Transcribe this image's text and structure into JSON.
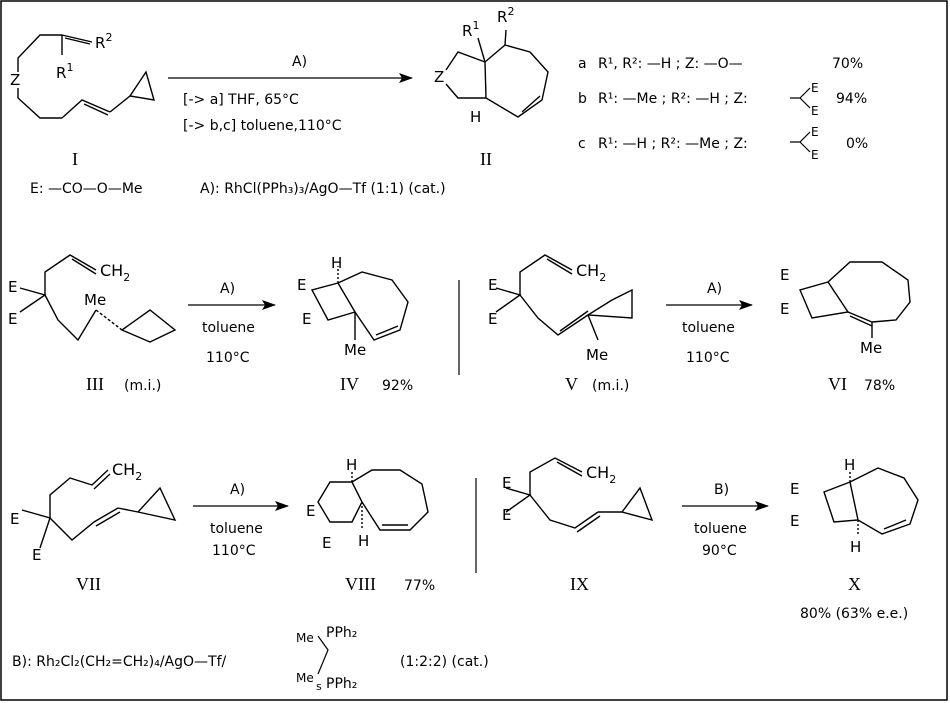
{
  "labels": {
    "r2": "R",
    "r2_sup": "2",
    "r1": "R",
    "r1_sup": "1",
    "z": "Z",
    "e": "E",
    "h": "H",
    "ch2": "CH",
    "ch2_sub": "2",
    "me": "Me"
  },
  "compounds": {
    "I": "I",
    "II": "II",
    "III": "III",
    "III_note": "(m.i.)",
    "IV": "IV",
    "IV_yield": "92%",
    "V": "V",
    "V_note": "(m.i.)",
    "VI": "VI",
    "VI_yield": "78%",
    "VII": "VII",
    "VIII": "VIII",
    "VIII_yield": "77%",
    "IX": "IX",
    "X": "X",
    "X_yield": "80% (63% e.e.)"
  },
  "arrows": {
    "top": {
      "label": "A)",
      "cond1": "[-> a] THF,  65°C",
      "cond2": "[-> b,c] toluene,110°C"
    },
    "row2a": {
      "label": "A)",
      "solvent": "toluene",
      "temp": "110°C"
    },
    "row2b": {
      "label": "A)",
      "solvent": "toluene",
      "temp": "110°C"
    },
    "row3a": {
      "label": "A)",
      "solvent": "toluene",
      "temp": "110°C"
    },
    "row3b": {
      "label": "B)",
      "solvent": "toluene",
      "temp": "90°C"
    }
  },
  "legend": {
    "e_def": "E: —CO—O—Me",
    "a_def": "A): RhCl(PPh₃)₃/AgO—Tf (1:1) (cat.)"
  },
  "table": [
    {
      "key": "a",
      "text": "R¹, R²: —H ; Z: —O—",
      "yield": "70%"
    },
    {
      "key": "b",
      "text": "R¹: —Me ; R²: —H ; Z:",
      "yield": "94%"
    },
    {
      "key": "c",
      "text": "R¹: —H ; R²: —Me ; Z:",
      "yield": "0%"
    }
  ],
  "footer": {
    "b_def": "B): Rh₂Cl₂(CH₂=CH₂)₄/AgO—Tf/",
    "ratio": "(1:2:2) (cat.)",
    "ligand_me1": "Me",
    "ligand_me2": "Me",
    "ligand_pph2_1": "PPh₂",
    "ligand_pph2_2": "PPh₂",
    "ligand_s": "s"
  }
}
